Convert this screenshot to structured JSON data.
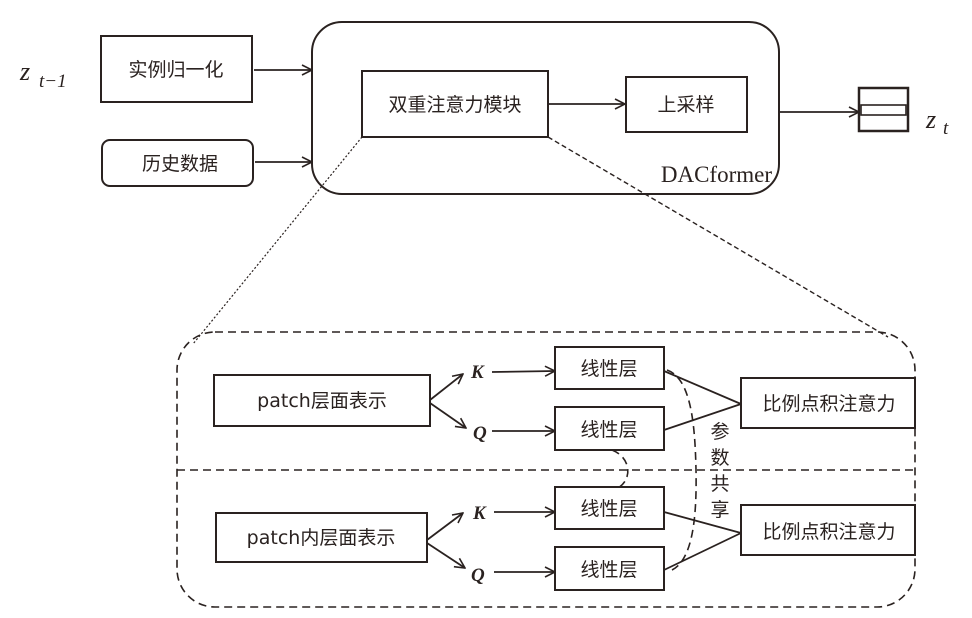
{
  "inputs": {
    "z_prev": {
      "base": "z",
      "subscript": "t−1"
    },
    "instance_norm": "实例归一化",
    "history_data": "历史数据"
  },
  "model": {
    "name": "DACformer",
    "dual_attention_module": "双重注意力模块",
    "upsampling": "上采样"
  },
  "output": {
    "base": "z",
    "subscript": "t"
  },
  "detail": {
    "upper": {
      "representation": "patch层面表示",
      "k_label": "K",
      "q_label": "Q",
      "linear_k": "线性层",
      "linear_q": "线性层",
      "attention": "比例点积注意力"
    },
    "lower": {
      "representation": "patch内层面表示",
      "k_label": "K",
      "q_label": "Q",
      "linear_k": "线性层",
      "linear_q": "线性层",
      "attention": "比例点积注意力"
    },
    "param_sharing": [
      "参",
      "数",
      "共",
      "享"
    ]
  }
}
